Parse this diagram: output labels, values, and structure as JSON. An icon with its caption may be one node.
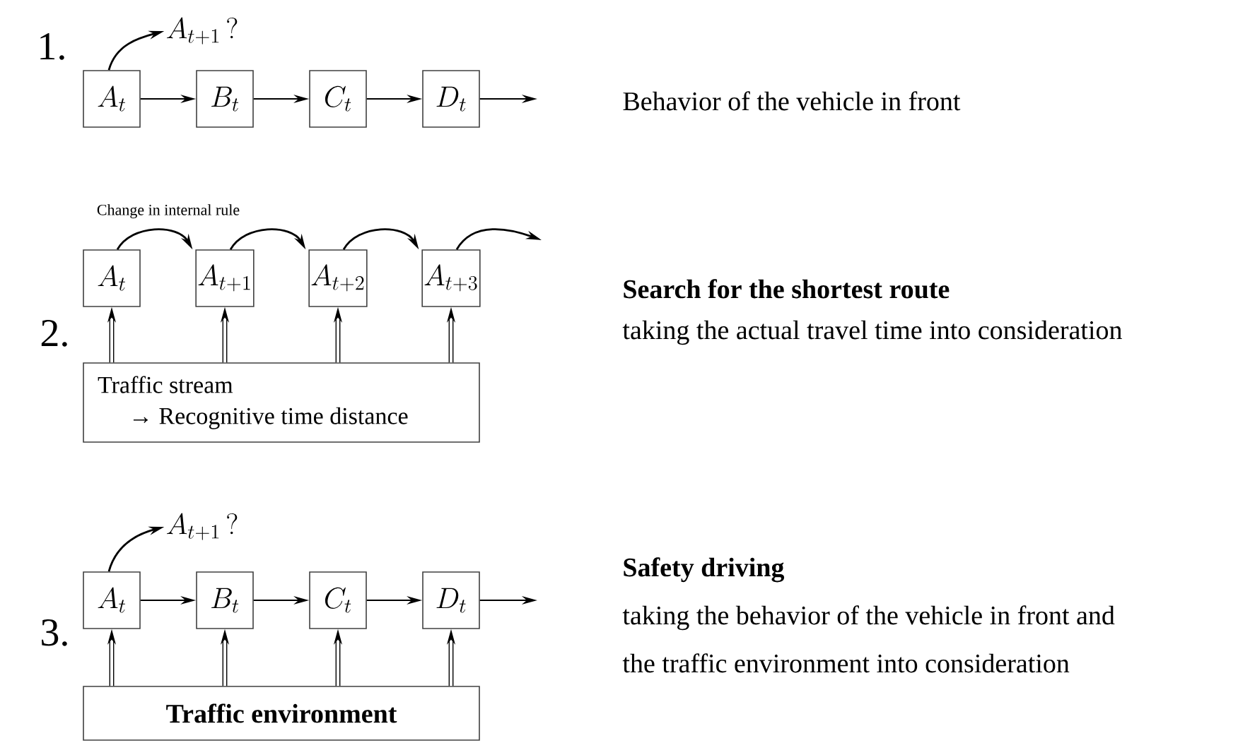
{
  "diagram": {
    "nodes": [
      {
        "text": [
          "A_{t}"
        ]
      },
      {
        "text": [
          "B_{t}"
        ]
      },
      {
        "text": [
          "C_{t}"
        ]
      },
      {
        "text": [
          "D_{t}"
        ]
      },
      {
        "text": [
          "A_{t+1}\\,?"
        ]
      },
      {
        "text": [
          "A_{t}"
        ]
      },
      {
        "text": [
          "A_{t+1}"
        ]
      },
      {
        "text": [
          "A_{t+2}"
        ]
      },
      {
        "text": [
          "A_{t+3}"
        ]
      },
      {
        "text": [
          "Traffic stream",
          "→ Recognitive time distance"
        ]
      },
      {
        "text": [
          "A_{t}"
        ]
      },
      {
        "text": [
          "B_{t}"
        ]
      },
      {
        "text": [
          "C_{t}"
        ]
      },
      {
        "text": [
          "D_{t}"
        ]
      },
      {
        "text": [
          "A_{t+1}\\,?"
        ]
      },
      {
        "text": [
          "Traffic environment"
        ]
      }
    ],
    "edges": [
      {
        "from": 0,
        "to": 1,
        "arrow": "to"
      },
      {
        "from": 1,
        "to": 2,
        "arrow": "to"
      },
      {
        "from": 2,
        "to": 3,
        "arrow": "to"
      },
      {
        "from": 3,
        "to": null,
        "arrow": "to"
      },
      {
        "from": 0,
        "to": 4,
        "arrow": "to"
      },
      {
        "from": 5,
        "to": 6,
        "arrow": "to",
        "label": "Change in internal rule"
      },
      {
        "from": 6,
        "to": 7,
        "arrow": "to"
      },
      {
        "from": 7,
        "to": 8,
        "arrow": "to"
      },
      {
        "from": 8,
        "to": null,
        "arrow": "to"
      },
      {
        "from": 9,
        "to": 5,
        "arrow": "to",
        "style": "thick"
      },
      {
        "from": 9,
        "to": 6,
        "arrow": "to",
        "style": "thick"
      },
      {
        "from": 9,
        "to": 7,
        "arrow": "to",
        "style": "thick"
      },
      {
        "from": 9,
        "to": 8,
        "arrow": "to",
        "style": "thick"
      },
      {
        "from": 10,
        "to": 11,
        "arrow": "to"
      },
      {
        "from": 11,
        "to": 12,
        "arrow": "to"
      },
      {
        "from": 12,
        "to": 13,
        "arrow": "to"
      },
      {
        "from": 13,
        "to": null,
        "arrow": "to"
      },
      {
        "from": 10,
        "to": 14,
        "arrow": "to"
      },
      {
        "from": 15,
        "to": 10,
        "arrow": "to",
        "style": "thick"
      },
      {
        "from": 15,
        "to": 11,
        "arrow": "to",
        "style": "thick"
      },
      {
        "from": 15,
        "to": 12,
        "arrow": "to",
        "style": "thick"
      },
      {
        "from": 15,
        "to": 13,
        "arrow": "to",
        "style": "thick"
      }
    ],
    "labels": [
      "1.",
      "Behavior of the vehicle in front",
      "2.",
      "Search for the shortest route",
      "taking the actual travel time into consideration",
      "3.",
      "Safety driving",
      "taking the behavior of the vehicle in front and",
      "the traffic environment into consideration"
    ]
  }
}
